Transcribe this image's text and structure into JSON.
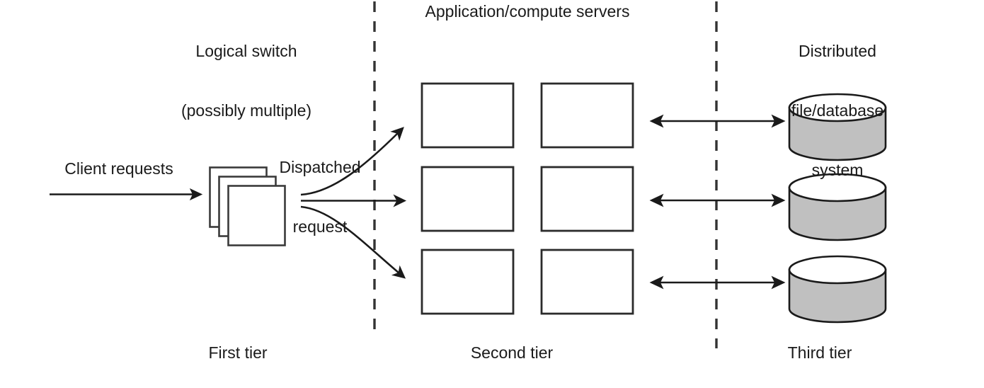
{
  "diagram": {
    "title_implied": "Three-tier server cluster architecture",
    "colors": {
      "stroke": "#1a1a1a",
      "text": "#1a1a1a",
      "cylinder_body": "#c0c0c0",
      "cylinder_top": "#ffffff",
      "background": "#ffffff",
      "divider": "#333333"
    },
    "headers": {
      "tier1": "Logical switch\n(possibly multiple)",
      "tier1_line1": "Logical switch",
      "tier1_line2": "(possibly multiple)",
      "tier2": "Application/compute servers",
      "tier3": "Distributed\nfile/database\nsystem",
      "tier3_line1": "Distributed",
      "tier3_line2": "file/database",
      "tier3_line3": "system"
    },
    "labels": {
      "client_requests": "Client requests",
      "dispatched_request": "Dispatched\nrequest",
      "dispatched_line1": "Dispatched",
      "dispatched_line2": "request"
    },
    "footers": {
      "tier1": "First tier",
      "tier2": "Second tier",
      "tier3": "Third tier"
    },
    "elements": {
      "switch_stack_count": 3,
      "server_boxes_rows": 3,
      "server_boxes_cols": 2,
      "server_boxes_total": 6,
      "storage_cylinders": 3,
      "dispatch_arrows": 3,
      "bidirectional_arrows": 3,
      "dashed_dividers": 2
    },
    "icon_names": {
      "switch_stack": "stacked-switch-icon",
      "server_box": "server-box-icon",
      "storage": "database-cylinder-icon",
      "inbound_arrow": "arrow-right-icon",
      "dispatch_arrow": "curved-arrow-icon",
      "link_arrow": "double-arrow-icon",
      "divider": "dashed-divider-icon"
    }
  }
}
